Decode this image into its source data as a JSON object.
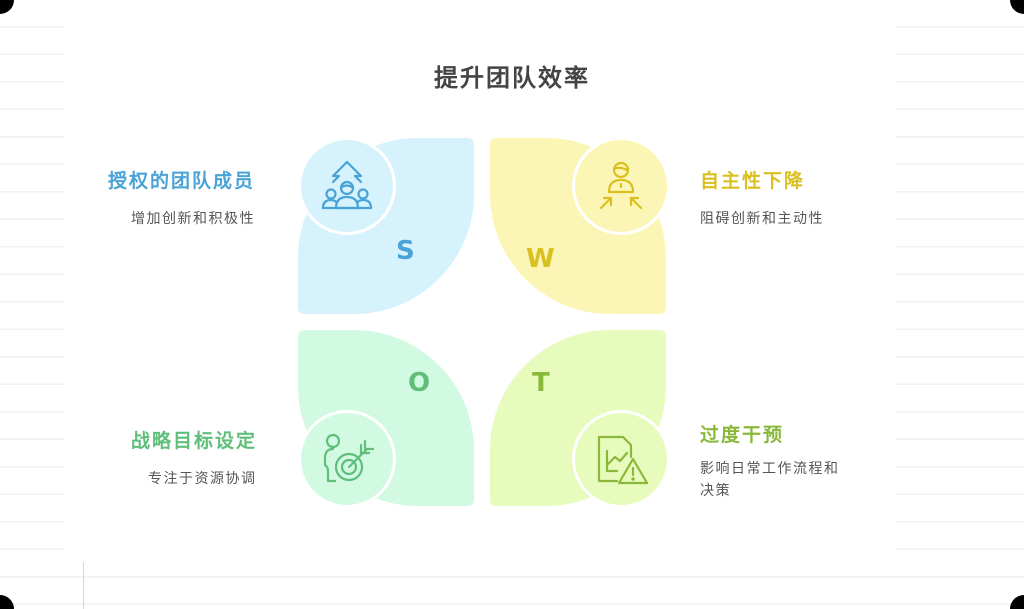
{
  "title": "提升团队效率",
  "colors": {
    "strength": "#4aa3d6",
    "weakness": "#d9c020",
    "opportunity": "#5fbf7a",
    "threat": "#8ab83a",
    "strength_bg": "#d6f2fd",
    "weakness_bg": "#fcf6b6",
    "opportunity_bg": "#d2fae3",
    "threat_bg": "#e7fbbd"
  },
  "quadrants": {
    "strength": {
      "letter": "S",
      "icon": "team-growth-icon",
      "heading": "授权的团队成员",
      "description": "增加创新和积极性"
    },
    "weakness": {
      "letter": "W",
      "icon": "person-pressure-icon",
      "heading": "自主性下降",
      "description": "阻碍创新和主动性"
    },
    "opportunity": {
      "letter": "O",
      "icon": "person-target-icon",
      "heading": "战略目标设定",
      "description": "专注于资源协调"
    },
    "threat": {
      "letter": "T",
      "icon": "report-warning-icon",
      "heading": "过度干预",
      "description_line1": "影响日常工作流程和",
      "description_line2": "决策"
    }
  }
}
